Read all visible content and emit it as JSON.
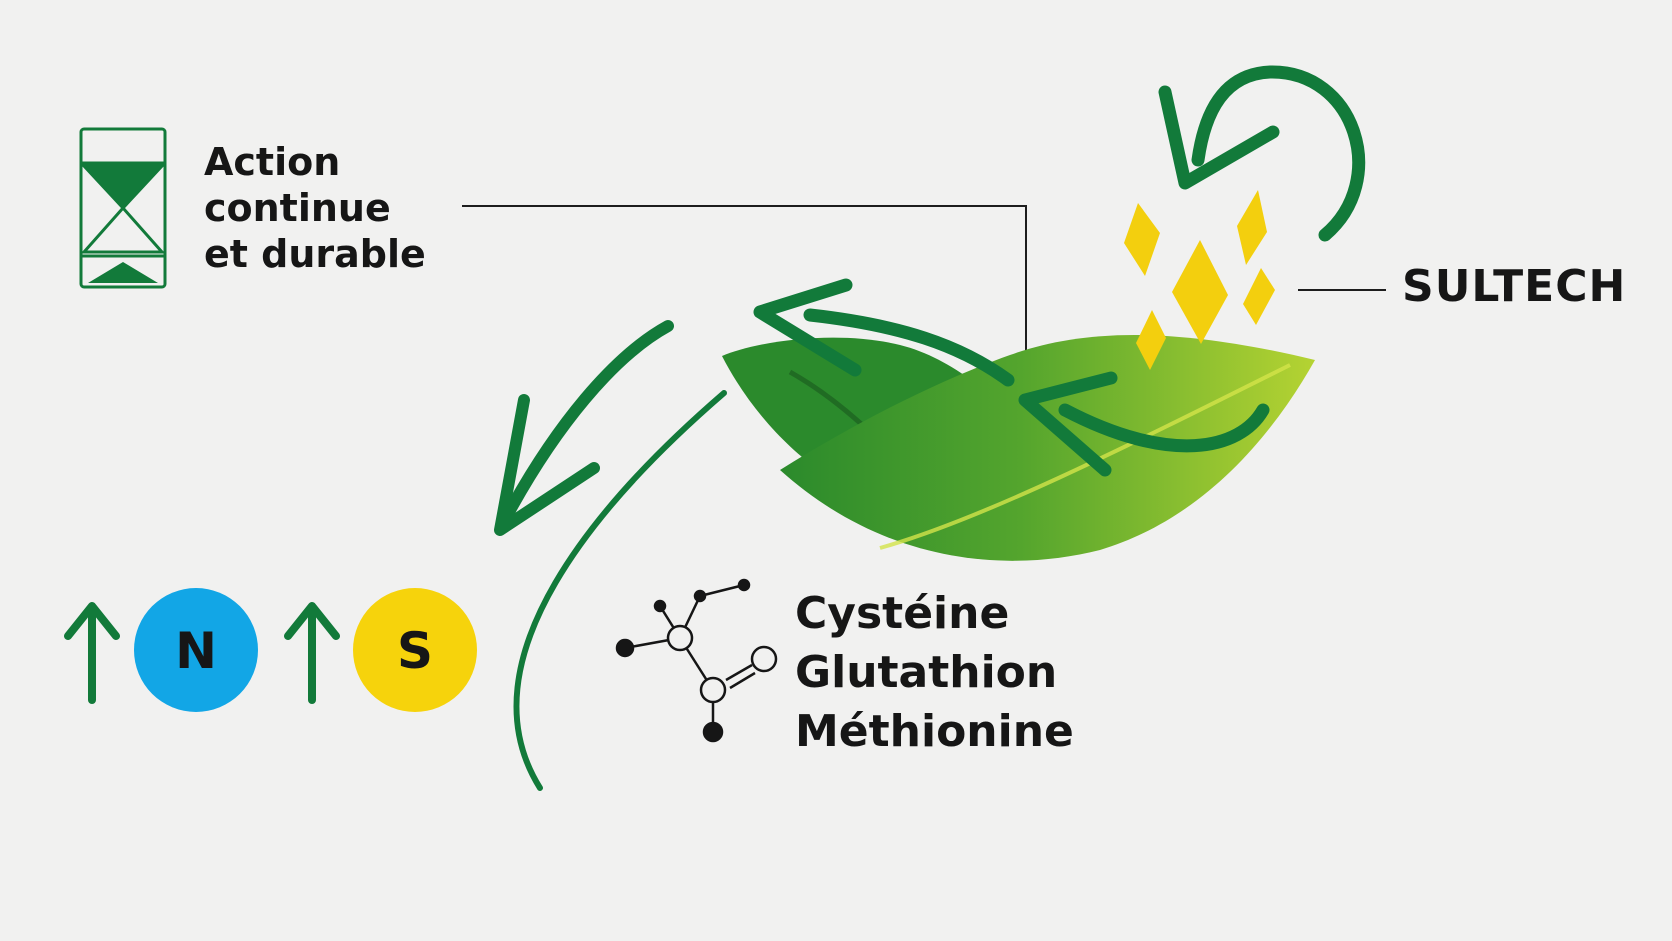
{
  "labels": {
    "action": [
      "Action",
      "continue",
      "et durable"
    ],
    "brand": "SULTECH",
    "molecules": [
      "Cystéine",
      "Glutathion",
      "Méthionine"
    ]
  },
  "elements": [
    {
      "symbol": "N",
      "color": "#12a6e6",
      "trend": "up"
    },
    {
      "symbol": "S",
      "color": "#f6d30c",
      "trend": "up"
    }
  ],
  "colors": {
    "arrow_green": "#127a3a",
    "leaf_dark": "#2b8a2c",
    "leaf_light": "#b5d332",
    "crystal": "#f3cf0e",
    "connector": "#1d1d1d"
  },
  "icons": [
    "hourglass-icon",
    "molecule-icon",
    "up-arrow-icon",
    "crystal-icon"
  ]
}
